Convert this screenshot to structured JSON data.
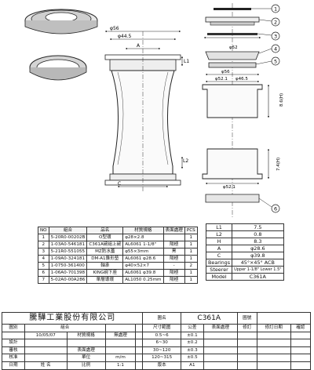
{
  "drawing": {
    "dims": {
      "d56_top": "φ56",
      "d44_5": "φ44.5",
      "label_a": "A",
      "d52_top": "φ52",
      "d56_right": "φ56",
      "d52_1": "φ52.1",
      "d46_5": "φ46.5",
      "h_8_6": "8.6(H)",
      "label_c": "C",
      "l2": "L2",
      "l1": "L1",
      "h_7_4": "7.4(H)",
      "d52_1_bottom": "φ52.1"
    },
    "callouts": [
      "1",
      "2",
      "3",
      "4",
      "5",
      "6"
    ]
  },
  "parts": {
    "headers": [
      "NO",
      "組合",
      "品名",
      "材質規格",
      "表面處理",
      "PCS"
    ],
    "rows": [
      {
        "no": "1",
        "code": "5-20R0-00202B",
        "name": "O型環",
        "spec": "φ28×2.8",
        "finish": "",
        "pcs": "1"
      },
      {
        "no": "2",
        "code": "1-03A0-546181",
        "name": "C361A碗組上碗",
        "spec": "AL6061 1-1/8\"",
        "finish": "陽極",
        "pcs": "1"
      },
      {
        "no": "3",
        "code": "5-21R0-551055",
        "name": "MZ防水蓋",
        "spec": "φ55×3mm",
        "finish": "黑",
        "pcs": "1"
      },
      {
        "no": "4",
        "code": "1-09A0-324181",
        "name": "DM-A1錐形墊",
        "spec": "AL6061 φ28.6",
        "finish": "陽極",
        "pcs": "1"
      },
      {
        "no": "5",
        "code": "1-0750-361400",
        "name": "軸承",
        "spec": "φ40×52×7",
        "finish": "-",
        "pcs": "2"
      },
      {
        "no": "6",
        "code": "1-06A0-701398",
        "name": "KING碗下座",
        "spec": "AL6061 φ39.8",
        "finish": "陽極",
        "pcs": "1"
      },
      {
        "no": "7",
        "code": "5-02A0-00A286",
        "name": "單層導環",
        "spec": "AL1050 0.25mm",
        "finish": "陽極",
        "pcs": "1"
      }
    ]
  },
  "specs": {
    "rows": [
      {
        "label": "L1",
        "value": "7.5"
      },
      {
        "label": "L2",
        "value": "0.8"
      },
      {
        "label": "H",
        "value": "8.3"
      },
      {
        "label": "A",
        "value": "φ28.6"
      },
      {
        "label": "C",
        "value": "φ39.8"
      },
      {
        "label": "Bearings",
        "value": "45°×45° ACB"
      },
      {
        "label": "Steerer",
        "value": "Upper 1-1/8\" Lower 1.5\""
      },
      {
        "label": "Model",
        "value": "C361A"
      }
    ]
  },
  "title_block": {
    "company": "騰驊工業股份有限公司",
    "part_name_label": "圖名",
    "part_name": "C361A",
    "drawing_no_label": "圖號",
    "r1": {
      "c1": "圖別",
      "c2": "組合",
      "tol_header": "尺寸範圍",
      "tol_value_header": "公差",
      "surface": "表面處理",
      "rev_header": "修訂",
      "date_header": "修訂日期",
      "approver_header": "確認"
    },
    "r2": {
      "date": "10/05/07",
      "c3": "材質規格",
      "c4": "無處理",
      "tol_range": "0.5~6",
      "tol_val": "±0.1"
    },
    "r3": {
      "c1": "設計",
      "tol_range": "6~30",
      "tol_val": "±0.2"
    },
    "r4": {
      "c1": "審核",
      "c3": "表面處理",
      "tol_range": "30~120",
      "tol_val": "±0.3"
    },
    "r5": {
      "c1": "核准",
      "c3": "單位",
      "c4": "m/m",
      "tol_range": "120~315",
      "tol_val": "±0.5"
    },
    "r6": {
      "c1": "日期",
      "c2": "姓 名",
      "c3": "比例",
      "c4": "1:1",
      "c5": "版本",
      "c6": "A1"
    }
  }
}
